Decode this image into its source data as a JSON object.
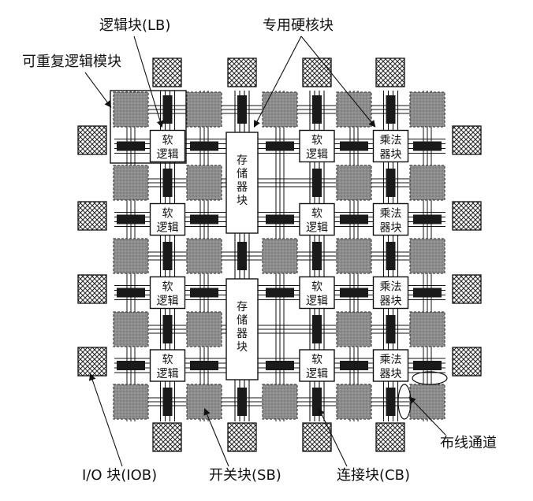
{
  "labels": {
    "logic_block": "逻辑块(LB)",
    "dedicated_hard_blocks": "专用硬核块",
    "reconfigurable_logic_module": "可重复逻辑模块",
    "io_block": "I/O 块(IOB)",
    "switch_block": "开关块(SB)",
    "connection_block": "连接块(CB)",
    "routing_channel": "布线通道"
  },
  "cells": {
    "soft_logic": [
      "软",
      "逻辑"
    ],
    "memory_block": [
      "存",
      "储",
      "器",
      "块"
    ],
    "multiplier_block": [
      "乘法",
      "器块"
    ]
  },
  "colors": {
    "clb_fill": "#8c8c8c",
    "cb_fill": "#1a1a1a",
    "line": "#111111",
    "background": "#ffffff"
  }
}
